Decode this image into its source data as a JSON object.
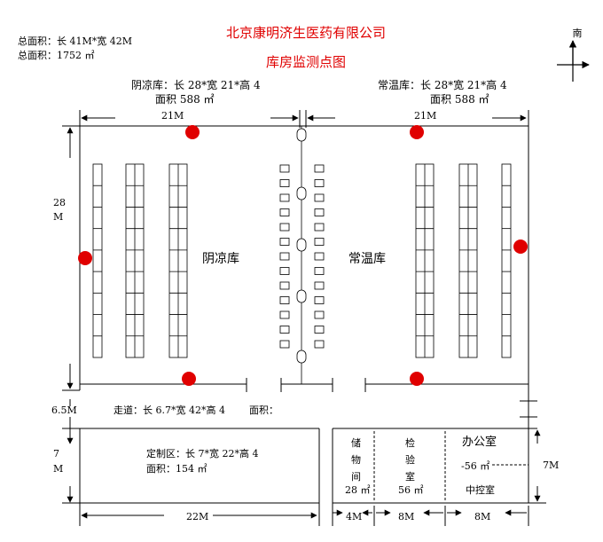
{
  "header": {
    "company": "北京康明济生医药有限公司",
    "title": "库房监测点图",
    "total_dims": "总面积：长 41M*宽 42M",
    "total_area": "总面积：1752 ㎡",
    "compass_label": "南"
  },
  "warehouses": {
    "cool": {
      "spec_line1": "阴凉库：长 28*宽 21*高 4",
      "spec_line2": "面积 588 ㎡",
      "name": "阴凉库",
      "width_label": "21M"
    },
    "normal": {
      "spec_line1": "常温库：长 28*宽 21*高  4",
      "spec_line2": "面积 588 ㎡",
      "name": "常温库",
      "width_label": "21M"
    },
    "height_label_1": "28",
    "height_label_2": "M"
  },
  "corridor": {
    "spec": "走道：长 6.7*宽 42*高 4",
    "area_label": "面积：",
    "height_label": "6.5M"
  },
  "custom_zone": {
    "spec_line1": "定制区：长 7*宽 22*高 4",
    "spec_line2": "面积：154 ㎡",
    "height_label_1": "7",
    "height_label_2": "M",
    "width_label": "22M"
  },
  "rooms": {
    "storage": {
      "c1": "储",
      "c2": "物",
      "c3": "间",
      "area": "28 ㎡",
      "width": "4M"
    },
    "inspection": {
      "c1": "检",
      "c2": "验",
      "c3": "室",
      "area": "56 ㎡",
      "width": "8M"
    },
    "office": {
      "name": "办公室",
      "area": "-56 ㎡",
      "sub": "中控室",
      "width": "8M"
    },
    "height_label": "7M"
  },
  "monitoring_points": {
    "color": "#e00000"
  }
}
